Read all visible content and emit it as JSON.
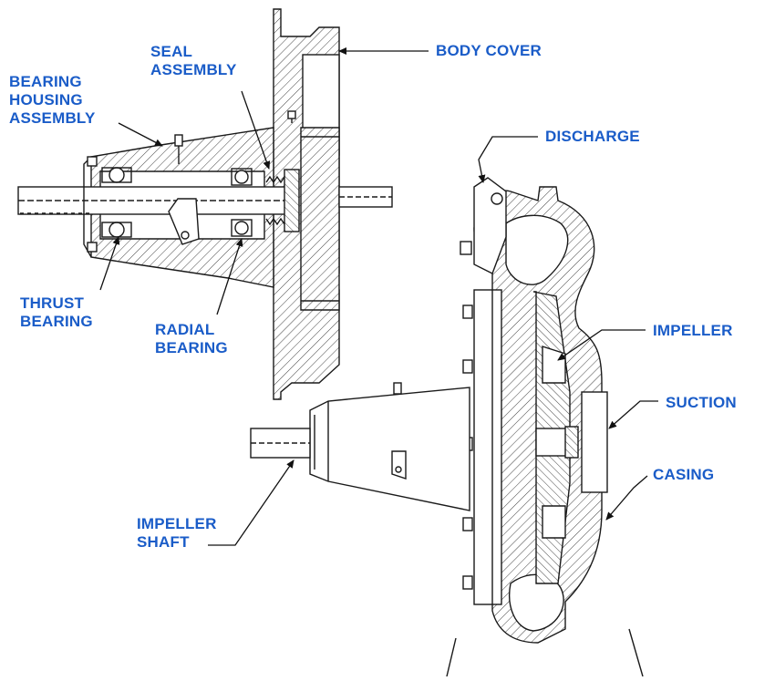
{
  "figure": {
    "accent_color": "#1a5cc8",
    "line_color": "#1a1a1a",
    "hatch_color": "#444444"
  },
  "labels": {
    "body_cover": [
      "BODY COVER"
    ],
    "seal_assembly": [
      "SEAL",
      "ASSEMBLY"
    ],
    "bearing_housing_assembly": [
      "BEARING",
      "HOUSING",
      "ASSEMBLY"
    ],
    "discharge": [
      "DISCHARGE"
    ],
    "thrust_bearing": [
      "THRUST",
      "BEARING"
    ],
    "radial_bearing": [
      "RADIAL",
      "BEARING"
    ],
    "impeller": [
      "IMPELLER"
    ],
    "suction": [
      "SUCTION"
    ],
    "casing": [
      "CASING"
    ],
    "impeller_shaft": [
      "IMPELLER",
      "SHAFT"
    ]
  }
}
